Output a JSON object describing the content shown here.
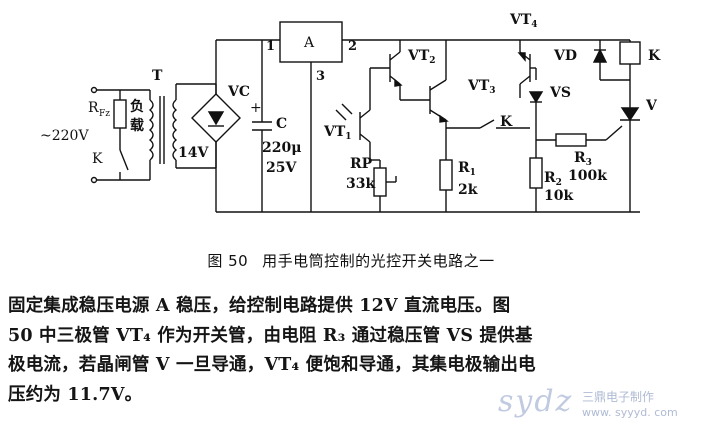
{
  "circuit": {
    "ac_input": "~220V",
    "switch_k_left": "K",
    "load_resistor": "R",
    "load_resistor_sub": "Fz",
    "load_chars": [
      "负",
      "载"
    ],
    "transformer": "T",
    "secondary_voltage": "14V",
    "rectifier": "VC",
    "capacitor_plus": "+",
    "capacitor_name": "C",
    "capacitor_value": "220μ",
    "capacitor_voltage": "25V",
    "regulator_name": "A",
    "regulator_pin_1": "1",
    "regulator_pin_2": "2",
    "regulator_pin_3": "3",
    "phototransistor": "VT",
    "phototransistor_sub": "1",
    "transistor_2": "VT",
    "transistor_2_sub": "2",
    "transistor_3": "VT",
    "transistor_3_sub": "3",
    "transistor_4": "VT",
    "transistor_4_sub": "4",
    "potentiometer_name": "RP",
    "potentiometer_value": "33k",
    "r1_name": "R",
    "r1_sub": "1",
    "r1_value": "2k",
    "r2_name": "R",
    "r2_sub": "2",
    "r2_value": "10k",
    "r3_name": "R",
    "r3_sub": "3",
    "r3_value": "100k",
    "switch_k_mid": "K",
    "diode_vd": "VD",
    "zener_vs": "VS",
    "relay_k": "K",
    "thyristor_v": "V"
  },
  "caption": {
    "number": "图 50",
    "title": "用手电筒控制的光控开关电路之一"
  },
  "paragraph": {
    "lines": [
      "固定集成稳压电源 A 稳压，给控制电路提供 12V 直流电压。图",
      "50 中三极管 VT₄ 作为开关管，由电阻 R₃ 通过稳压管 VS 提供基",
      "极电流，若晶闸管 V 一旦导通，VT₄ 便饱和导通，其集电极输出电",
      "压约为 11.7V。"
    ]
  },
  "watermark": {
    "logo": "sydz",
    "name": "三鼎电子制作",
    "url": "www. syyyd. com"
  }
}
